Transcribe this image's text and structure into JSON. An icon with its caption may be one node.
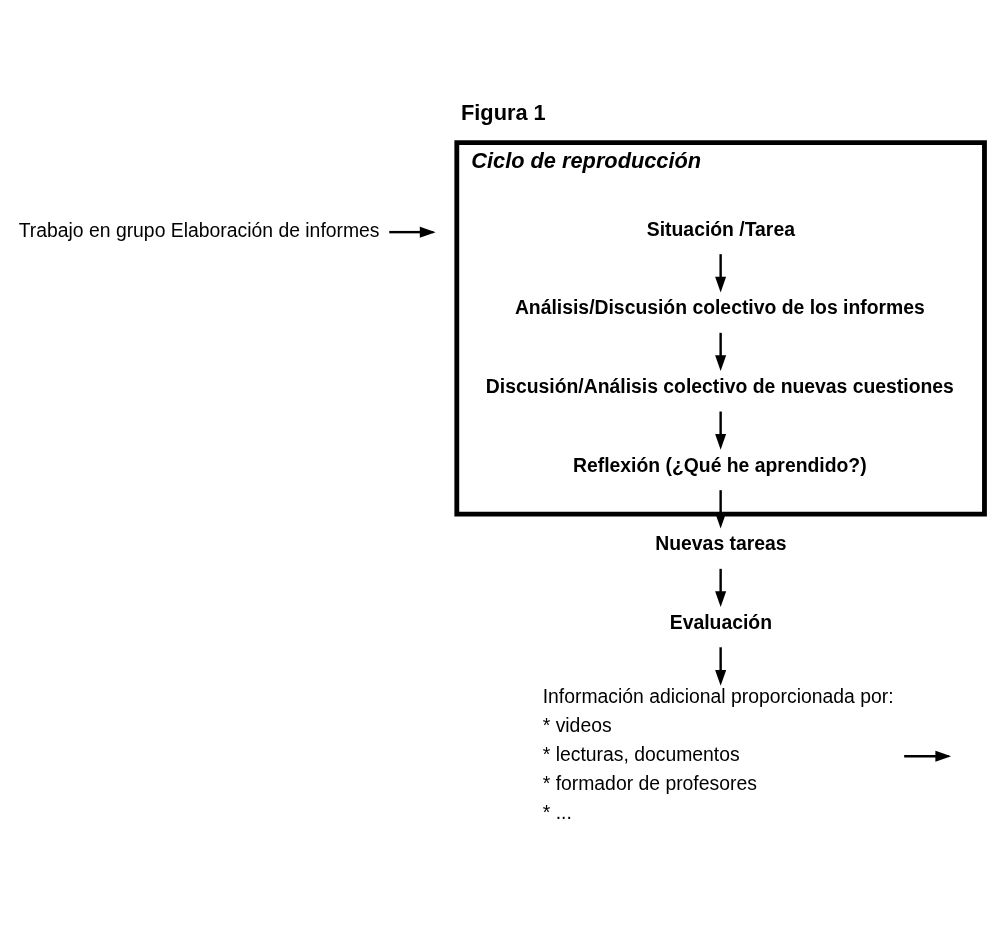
{
  "diagram": {
    "title": "Figura 1",
    "nodes": [
      {
        "text": [
          "Ciclo de reproducción"
        ]
      },
      {
        "text": [
          "Situación /Tarea"
        ],
        "in": 0
      },
      {
        "text": [
          "Trabajo en grupo Elaboración de informes"
        ]
      },
      {
        "text": [
          "Análisis/Discusión colectivo de los informes"
        ],
        "in": 0
      },
      {
        "text": [
          "Información adicional proporcionada por:",
          "* videos",
          "* lecturas, documentos",
          "* formador de profesores",
          "* ..."
        ]
      },
      {
        "text": [
          "Discusión/Análisis colectivo de nuevas cuestiones"
        ],
        "in": 0
      },
      {
        "text": [
          "Reflexión (¿Qué he aprendido?)"
        ],
        "in": 0
      },
      {
        "text": [
          "Nuevas tareas"
        ]
      },
      {
        "text": [
          "Evaluación"
        ]
      }
    ],
    "edges": [
      {
        "from": 1,
        "to": 3,
        "arrow": "to"
      },
      {
        "from": 2,
        "to": null,
        "arrow": "to"
      },
      {
        "from": 3,
        "to": 5,
        "arrow": "to"
      },
      {
        "from": 4,
        "to": null,
        "arrow": "to"
      },
      {
        "from": 5,
        "to": 6,
        "arrow": "to"
      },
      {
        "from": 6,
        "to": 7,
        "arrow": "to"
      },
      {
        "from": 7,
        "to": 8,
        "arrow": "to"
      },
      {
        "from": 8,
        "to": 4,
        "arrow": "to"
      }
    ]
  }
}
